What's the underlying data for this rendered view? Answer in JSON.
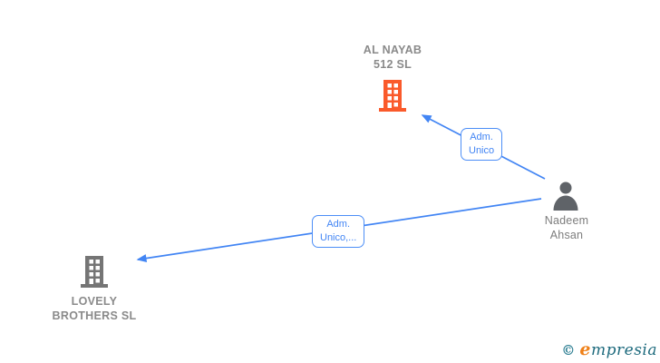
{
  "page": {
    "background": "#ffffff"
  },
  "colors": {
    "edge_blue": "#4285f4",
    "company_highlight_orange": "#fa5a2b",
    "company_gray": "#757575",
    "person_gray": "#5f6368",
    "label_gray": "#8a8a8a",
    "logo_teal": "#1d6a7d",
    "logo_orange": "#ef8018"
  },
  "nodes": {
    "al_nayab": {
      "type": "company",
      "name": "AL NAYAB 512 SL",
      "lines": [
        "AL NAYAB",
        "512 SL"
      ],
      "icon": "building-icon",
      "icon_color": "#fa5a2b"
    },
    "nadeem": {
      "type": "person",
      "name": "Nadeem Ahsan",
      "lines": [
        "Nadeem",
        "Ahsan"
      ],
      "icon": "person-icon",
      "icon_color": "#5f6368"
    },
    "lovely": {
      "type": "company",
      "name": "LOVELY BROTHERS SL",
      "lines": [
        "LOVELY",
        "BROTHERS SL"
      ],
      "icon": "building-icon",
      "icon_color": "#757575"
    }
  },
  "edges": [
    {
      "from": "Nadeem Ahsan",
      "to": "AL NAYAB 512 SL",
      "label_lines": [
        "Adm.",
        "Unico"
      ],
      "color": "#4285f4"
    },
    {
      "from": "Nadeem Ahsan",
      "to": "LOVELY BROTHERS SL",
      "label_lines": [
        "Adm.",
        "Unico,..."
      ],
      "color": "#4285f4"
    }
  ],
  "footer": {
    "copyright_symbol": "©",
    "brand_initial": "e",
    "brand_rest": "mpresia"
  }
}
